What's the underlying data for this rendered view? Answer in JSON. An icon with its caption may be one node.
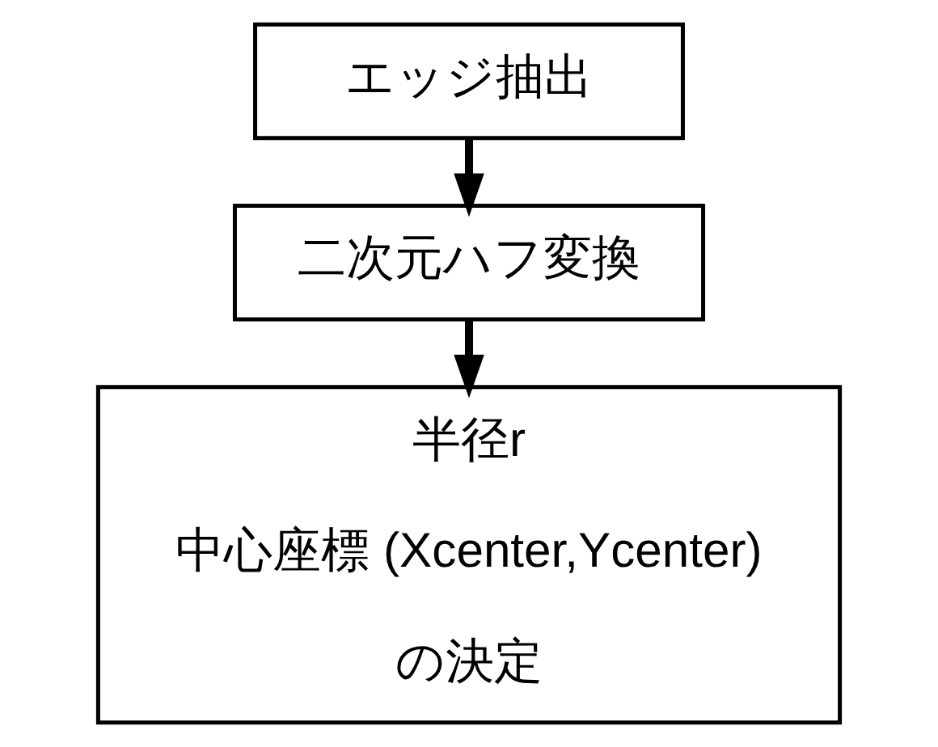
{
  "diagram": {
    "nodes": [
      {
        "text": [
          "エッジ抽出"
        ]
      },
      {
        "text": [
          "二次元ハフ変換"
        ]
      },
      {
        "text": [
          "半径r",
          "中心座標 (Xcenter,Ycenter)",
          "の決定"
        ]
      }
    ],
    "edges": [
      {
        "from": 0,
        "to": 1,
        "arrow": "to"
      },
      {
        "from": 1,
        "to": 2,
        "arrow": "to"
      }
    ]
  }
}
